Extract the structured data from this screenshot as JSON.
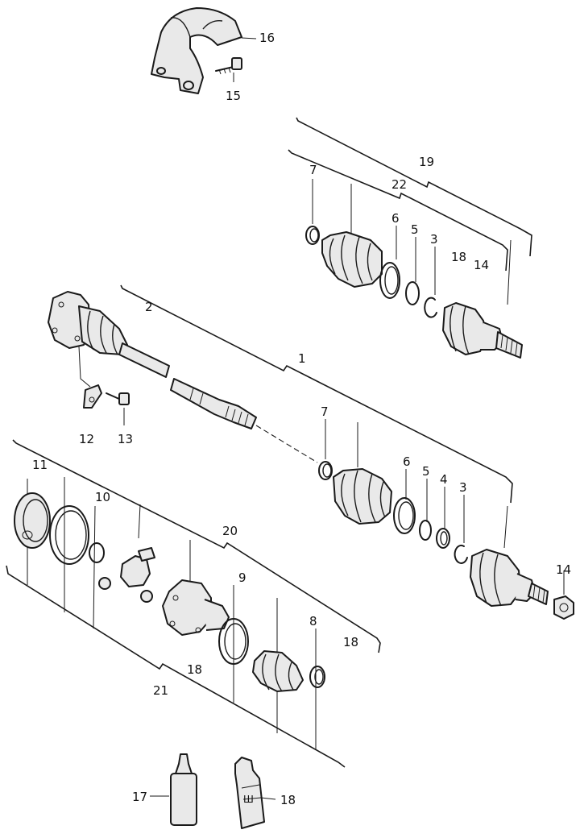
{
  "callouts": {
    "p1": "1",
    "p2": "2",
    "p3_upper": "3",
    "p3_middle": "3",
    "p4": "4",
    "p5_upper": "5",
    "p5_middle": "5",
    "p6_upper": "6",
    "p6_middle": "6",
    "p7_upper": "7",
    "p7_middle": "7",
    "p8": "8",
    "p9": "9",
    "p10": "10",
    "p11": "11",
    "p12": "12",
    "p13": "13",
    "p14_upper": "14",
    "p14_right": "14",
    "p15": "15",
    "p16": "16",
    "p17": "17",
    "p18_upper": "18",
    "p18_right": "18",
    "p18_lower": "18",
    "p18_tube": "18",
    "p19": "19",
    "p20": "20",
    "p21": "21",
    "p22": "22"
  }
}
